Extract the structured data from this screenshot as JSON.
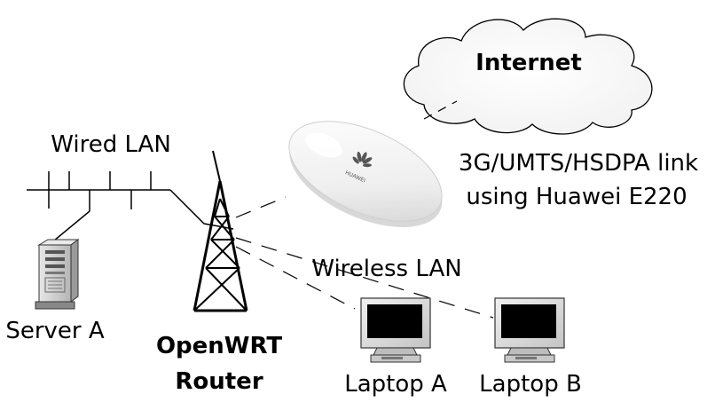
{
  "diagram": {
    "labels": {
      "internet": "Internet",
      "link_line1": "3G/UMTS/HSDPA link",
      "link_line2": "using Huawei E220",
      "wired_lan": "Wired LAN",
      "wireless_lan": "Wireless LAN",
      "server_a": "Server A",
      "router_line1": "OpenWRT",
      "router_line2": "Router",
      "laptop_a": "Laptop A",
      "laptop_b": "Laptop B"
    },
    "modem_logo_text": "HUAWEI"
  }
}
